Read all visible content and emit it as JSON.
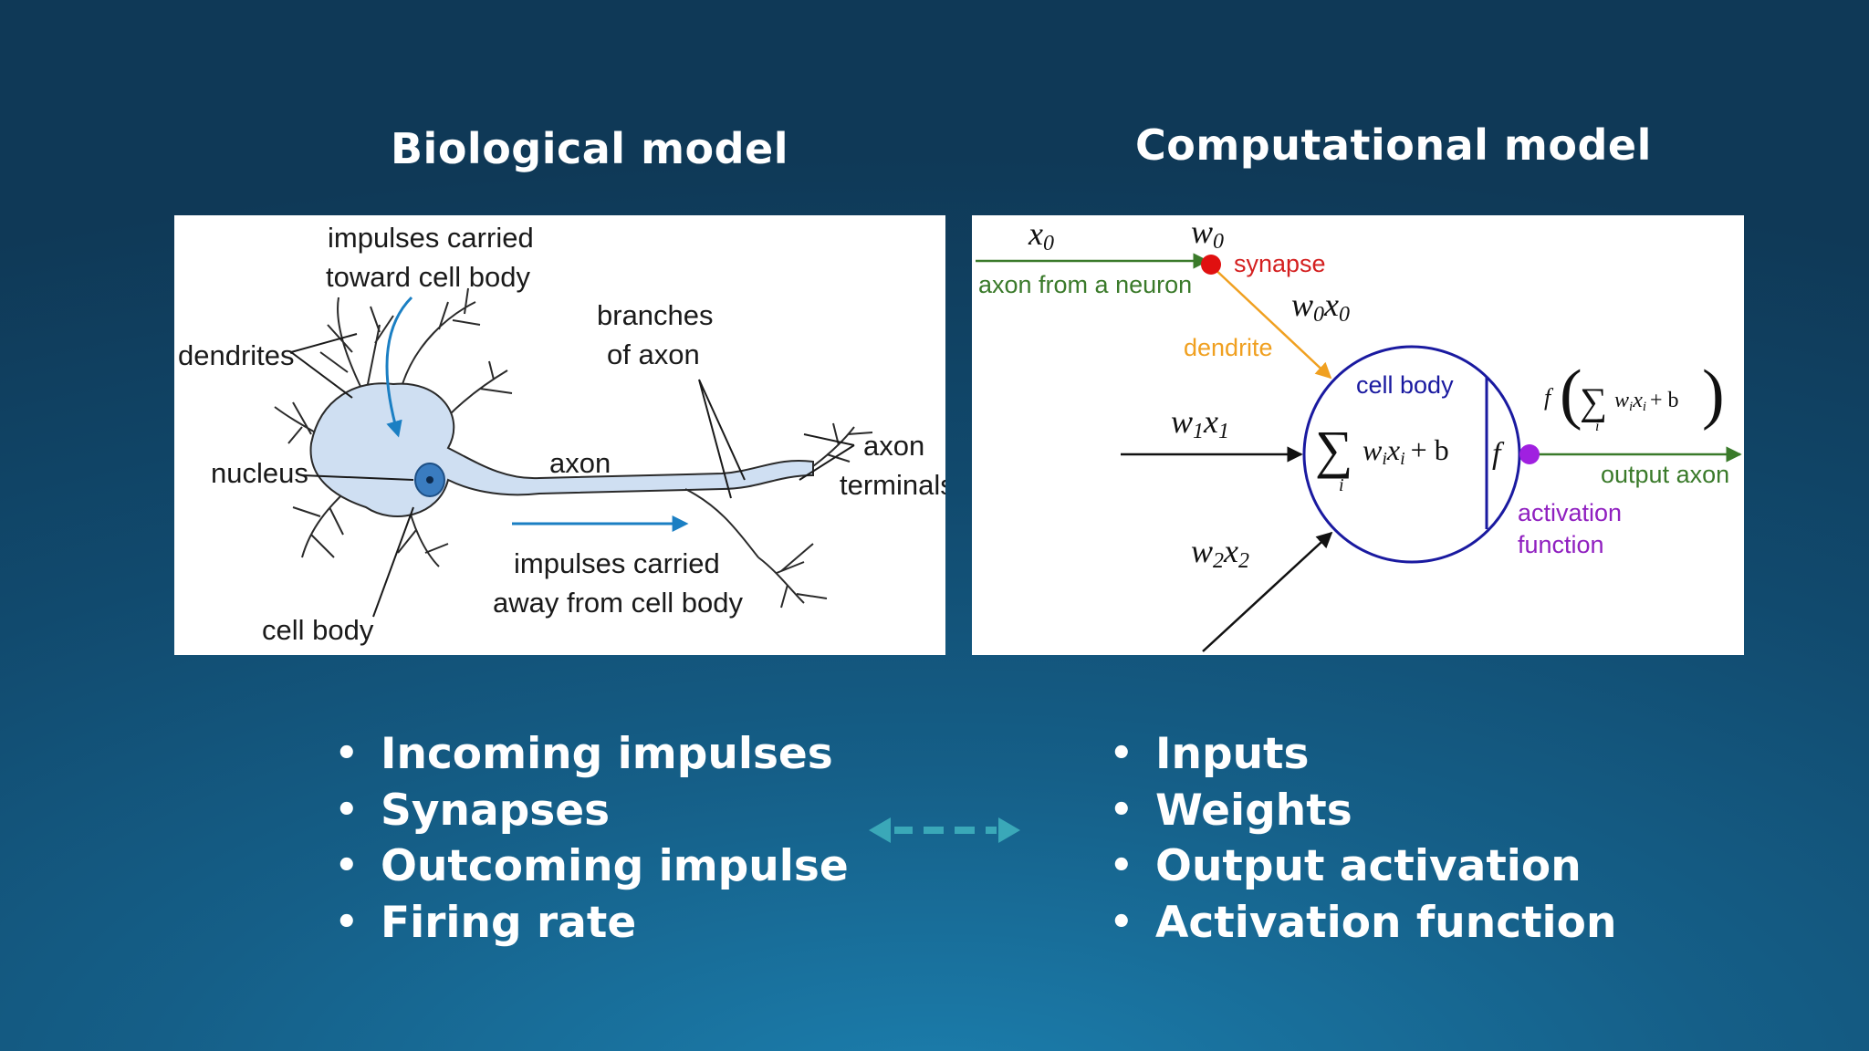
{
  "headings": {
    "left": "Biological model",
    "right": "Computational model"
  },
  "biological_diagram": {
    "labels": {
      "impulses_toward": [
        "impulses carried",
        "toward cell body"
      ],
      "dendrites": "dendrites",
      "nucleus": "nucleus",
      "cell_body": "cell body",
      "axon": "axon",
      "branches": [
        "branches",
        "of axon"
      ],
      "axon_terminals": [
        "axon",
        "terminals"
      ],
      "impulses_away": [
        "impulses carried",
        "away from cell body"
      ]
    },
    "colors": {
      "cell": "#cfdff2",
      "nucleus": "#3a7cc0",
      "arrow": "#1b7fc3"
    }
  },
  "computational_diagram": {
    "labels": {
      "x0": "x",
      "x0_sub": "0",
      "w0": "w",
      "w0_sub": "0",
      "synapse": "synapse",
      "axon_from_neuron": "axon from a neuron",
      "w0x0": "w",
      "w0x0_sub1": "0",
      "w0x0_x": "x",
      "w0x0_sub2": "0",
      "dendrite": "dendrite",
      "cell_body": "cell body",
      "w1x1": "w",
      "w1x1_sub1": "1",
      "w1x1_x": "x",
      "w1x1_sub2": "1",
      "sum_expr": "w",
      "sum_expr_i": "i",
      "sum_expr_x": "x",
      "sum_expr_rest": "+ b",
      "sum_symbol": "∑",
      "sum_index": "i",
      "f": "f",
      "f_formula_f": "f",
      "f_formula_w": "w",
      "f_formula_x": "x",
      "f_formula_rest": "+ b",
      "output_axon": "output axon",
      "activation_function": [
        "activation",
        "function"
      ],
      "w2x2": "w",
      "w2x2_sub1": "2",
      "w2x2_x": "x",
      "w2x2_sub2": "2"
    },
    "colors": {
      "input_line": "#3a7a2a",
      "synapse_dot": "#e01010",
      "synapse_text": "#d42020",
      "dendrite": "#f0a020",
      "cell_circle": "#1a1aa0",
      "cell_text": "#1a1aa0",
      "output_dot": "#a020e0",
      "activation_text": "#9020c0",
      "output_text": "#3a7a2a"
    }
  },
  "biological_list": [
    "Incoming impulses",
    "Synapses",
    "Outcoming impulse",
    "Firing rate"
  ],
  "computational_list": [
    "Inputs",
    "Weights",
    "Output activation",
    "Activation function"
  ],
  "bullet_char": "•",
  "mapping_arrow": {
    "style": "dashed-double-headed",
    "color": "#3aa8b8"
  }
}
